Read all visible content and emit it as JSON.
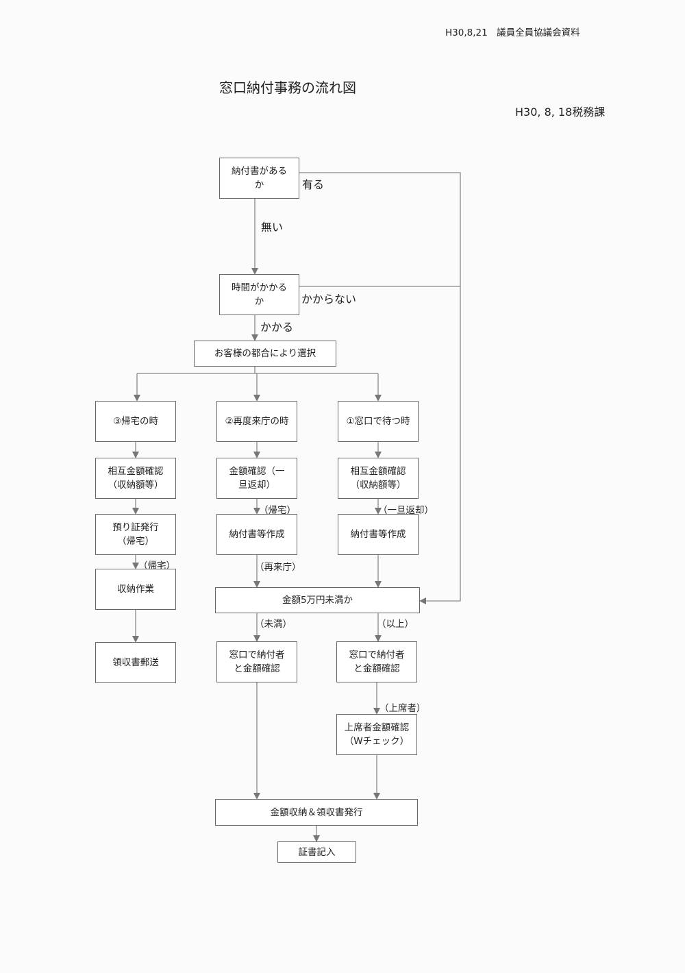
{
  "header": {
    "ref": "H30,8,21　議員全員協議会資料"
  },
  "title": "窓口納付事務の流れ図",
  "dept": "H30, 8, 18税務課",
  "nodes": {
    "has_slip": "納付書があるか",
    "takes_time": "時間がかかるか",
    "select": "お客様の都合により選択",
    "c3_start": "③帰宅の時",
    "c2_start": "②再度来庁の時",
    "c1_start": "①窓口で待つ時",
    "c3_confirm": "相互金額確認（収納額等）",
    "c2_confirm": "金額確認（一旦返却）",
    "c1_confirm": "相互金額確認（収納額等）",
    "c3_receipt": "預り証発行（帰宅）",
    "c2_create": "納付書等作成",
    "c1_create": "納付書等作成",
    "c3_collect": "収納作業",
    "amount_check": "金額5万円未満か",
    "c3_mail": "領収書郵送",
    "under_confirm": "窓口で納付者と金額確認",
    "over_confirm": "窓口で納付者と金額確認",
    "senior_check": "上席者金額確認（Wチェック）",
    "collect_issue": "金額収納＆領収書発行",
    "record": "証書記入"
  },
  "labels": {
    "yes": "有る",
    "no": "無い",
    "not_take": "かからない",
    "take": "かかる",
    "c3_home": "（帰宅）",
    "c2_home": "（帰宅）",
    "c1_return": "（一旦返却）",
    "c2_revisit": "（再来庁）",
    "under": "（未満）",
    "over": "（以上）",
    "senior": "（上席者）"
  }
}
